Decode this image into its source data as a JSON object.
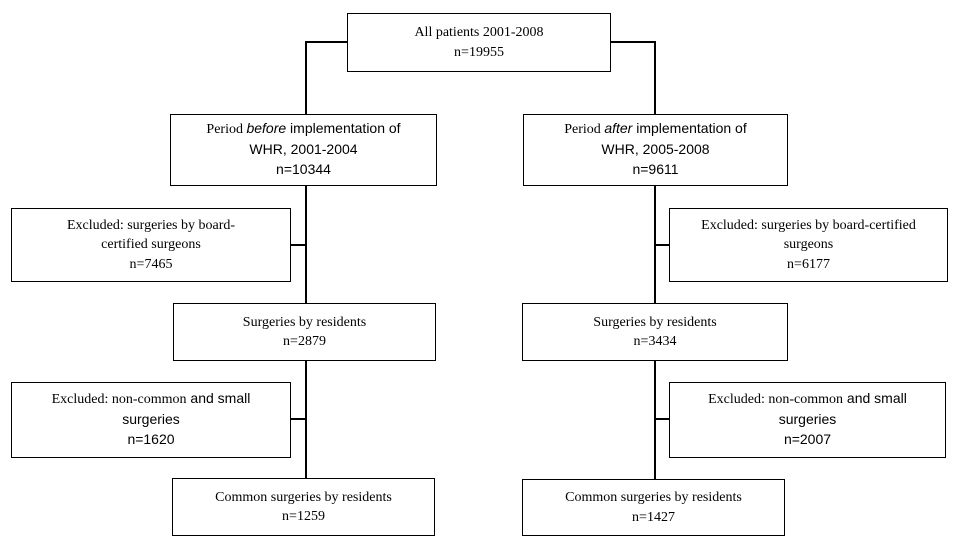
{
  "page": {
    "background_color": "#ffffff",
    "line_color": "#000000",
    "text_color": "#000000"
  },
  "nodes": {
    "all-patients": {
      "n": 19955,
      "lines": [
        [
          {
            "t": "All patients 2001-2008",
            "s": "serif"
          }
        ],
        [
          {
            "t": "n=19955",
            "s": "serif"
          }
        ]
      ]
    },
    "period-before": {
      "n": 10344,
      "lines": [
        [
          {
            "t": "Period ",
            "s": "serif"
          },
          {
            "t": "before",
            "s": "sans-italic"
          },
          {
            "t": " implementation of",
            "s": "sans"
          }
        ],
        [
          {
            "t": "WHR, 2001-2004",
            "s": "sans"
          }
        ],
        [
          {
            "t": "n=10344",
            "s": "sans"
          }
        ]
      ]
    },
    "period-after": {
      "n": 9611,
      "lines": [
        [
          {
            "t": "Period ",
            "s": "serif"
          },
          {
            "t": "after",
            "s": "sans-italic"
          },
          {
            "t": " implementation of",
            "s": "sans"
          }
        ],
        [
          {
            "t": "WHR, 2005-2008",
            "s": "sans"
          }
        ],
        [
          {
            "t": "n=9611",
            "s": "sans"
          }
        ]
      ]
    },
    "excluded-board-before": {
      "n": 7465,
      "lines": [
        [
          {
            "t": "Excluded: surgeries by board-",
            "s": "serif"
          }
        ],
        [
          {
            "t": "certified surgeons",
            "s": "serif"
          }
        ],
        [
          {
            "t": "n=7465",
            "s": "serif"
          }
        ]
      ]
    },
    "excluded-board-after": {
      "n": 6177,
      "lines": [
        [
          {
            "t": "Excluded: surgeries by board-certified",
            "s": "serif"
          }
        ],
        [
          {
            "t": "surgeons",
            "s": "serif"
          }
        ],
        [
          {
            "t": "n=6177",
            "s": "serif"
          }
        ]
      ]
    },
    "residents-before": {
      "n": 2879,
      "lines": [
        [
          {
            "t": "Surgeries by residents",
            "s": "serif"
          }
        ],
        [
          {
            "t": "n=2879",
            "s": "serif"
          }
        ]
      ]
    },
    "residents-after": {
      "n": 3434,
      "lines": [
        [
          {
            "t": "Surgeries by residents",
            "s": "serif"
          }
        ],
        [
          {
            "t": "n=3434",
            "s": "serif"
          }
        ]
      ]
    },
    "excluded-noncommon-before": {
      "n": 1620,
      "lines": [
        [
          {
            "t": "Excluded: non-common",
            "s": "serif"
          },
          {
            "t": " and small",
            "s": "sans"
          }
        ],
        [
          {
            "t": "surgeries",
            "s": "sans"
          }
        ],
        [
          {
            "t": "n=1620",
            "s": "sans"
          }
        ]
      ]
    },
    "excluded-noncommon-after": {
      "n": 2007,
      "lines": [
        [
          {
            "t": "Excluded: non-common",
            "s": "serif"
          },
          {
            "t": " and small",
            "s": "sans"
          }
        ],
        [
          {
            "t": "surgeries",
            "s": "sans"
          }
        ],
        [
          {
            "t": "n=2007",
            "s": "sans"
          }
        ]
      ]
    },
    "common-before": {
      "n": 1259,
      "lines": [
        [
          {
            "t": "Common surgeries by residents",
            "s": "serif"
          }
        ],
        [
          {
            "t": "n=1259",
            "s": "serif"
          }
        ]
      ]
    },
    "common-after": {
      "n": 1427,
      "lines": [
        [
          {
            "t": "Common surgeries by residents",
            "s": "serif"
          }
        ],
        [
          {
            "t": "n=1427",
            "s": "serif"
          }
        ]
      ]
    }
  },
  "edges": [
    {
      "from": "all-patients",
      "to": "period-before"
    },
    {
      "from": "all-patients",
      "to": "period-after"
    },
    {
      "from": "period-before",
      "to": "residents-before",
      "excluded_branch": "excluded-board-before"
    },
    {
      "from": "period-after",
      "to": "residents-after",
      "excluded_branch": "excluded-board-after"
    },
    {
      "from": "residents-before",
      "to": "common-before",
      "excluded_branch": "excluded-noncommon-before"
    },
    {
      "from": "residents-after",
      "to": "common-after",
      "excluded_branch": "excluded-noncommon-after"
    }
  ]
}
